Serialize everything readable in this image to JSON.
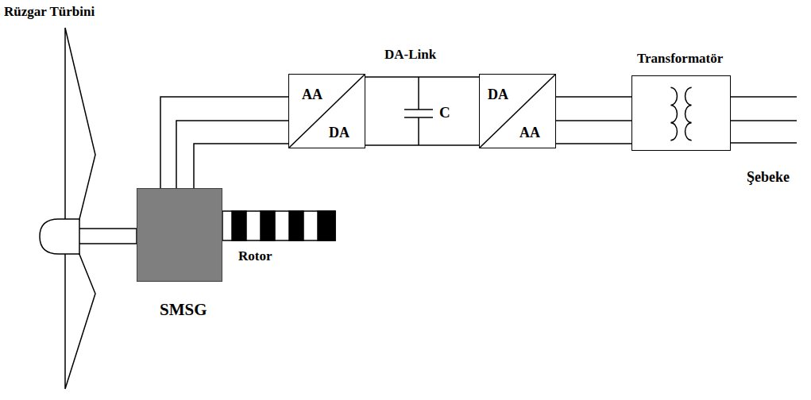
{
  "diagram": {
    "nodes": [
      {
        "text": [
          "SMSG"
        ]
      },
      {
        "text": [
          "AA",
          "DA"
        ]
      },
      {
        "text": [
          "DA",
          "AA"
        ]
      },
      {
        "text": [
          "Transformatör"
        ]
      }
    ],
    "edges": [
      {
        "from": 0,
        "to": 1,
        "arrow": "none"
      },
      {
        "from": 1,
        "to": 2,
        "arrow": "none"
      },
      {
        "from": 2,
        "to": 3,
        "arrow": "none"
      }
    ],
    "labels": [
      "Rüzgar Türbini",
      "Rotor",
      "DA-Link",
      "C",
      "Şebeke"
    ]
  }
}
